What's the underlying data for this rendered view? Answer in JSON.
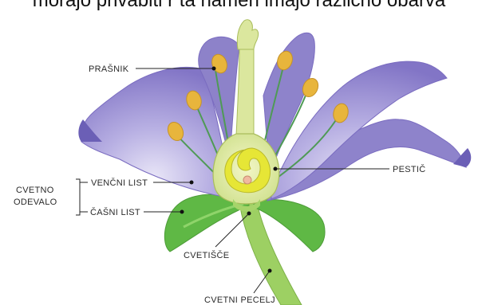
{
  "header": {
    "partial_sentence": "morajo privabiti r ta namen imajo različno obarva"
  },
  "labels": {
    "anther": "PRAŠNIK",
    "perianth_line1": "CVETNO",
    "perianth_line2": "ODEVALO",
    "petal": "VENČNI LIST",
    "sepal": "ČAŠNI LIST",
    "pistil": "PESTIČ",
    "receptacle": "CVETIŠČE",
    "stalk": "CVETNI PECELJ"
  },
  "colors": {
    "petal_dark": "#8a7fc7",
    "petal_light": "#c9c3ec",
    "pistil": "#dce79b",
    "pistil_inner": "#e7e84a",
    "stamen_filament": "#4f9a55",
    "anther": "#e8b33a",
    "sepal": "#6cbf4a",
    "stem": "#9ccf63"
  }
}
